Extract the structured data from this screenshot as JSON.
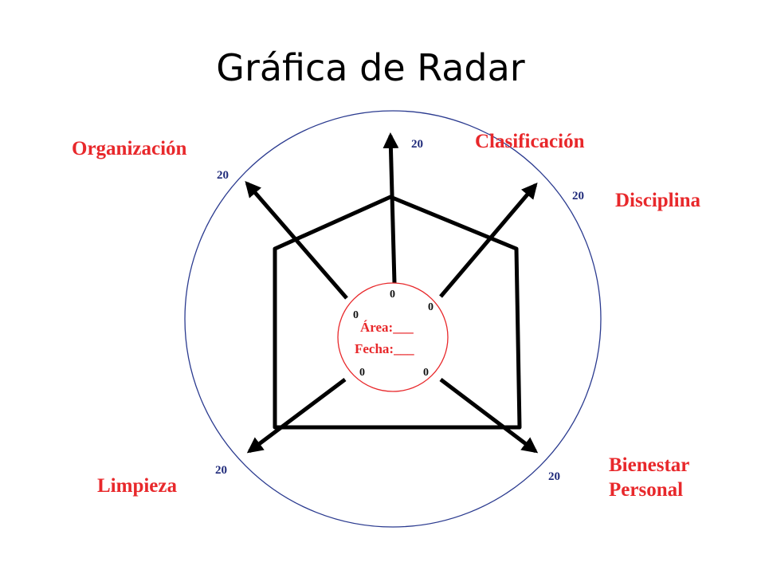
{
  "title": "Gráfica de Radar",
  "colors": {
    "circle": "#2a3a8f",
    "center_circle": "#e8282b",
    "labels": "#e8282b",
    "max_values": "#1f2a7a",
    "axes": "#000000"
  },
  "center": {
    "area_label": "Área:___",
    "date_label": "Fecha:___"
  },
  "axes": [
    {
      "label_lines": [
        "Clasificación"
      ],
      "max": "20",
      "min": "0"
    },
    {
      "label_lines": [
        "Disciplina"
      ],
      "max": "20",
      "min": "0"
    },
    {
      "label_lines": [
        "Bienestar",
        "Personal"
      ],
      "max": "20",
      "min": "0"
    },
    {
      "label_lines": [
        "Limpieza"
      ],
      "max": "20",
      "min": "0"
    },
    {
      "label_lines": [
        "Organización"
      ],
      "max": "20",
      "min": "0"
    }
  ]
}
